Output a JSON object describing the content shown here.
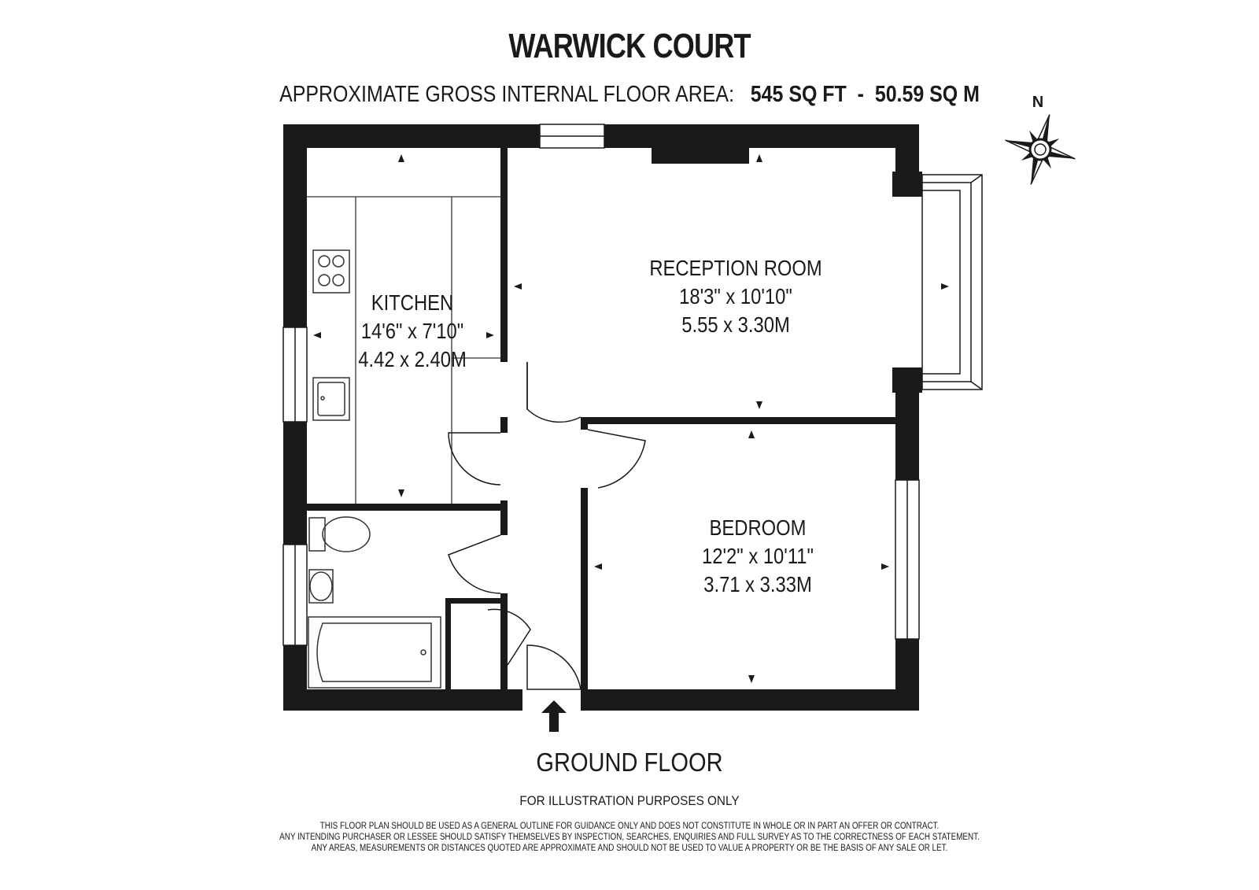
{
  "title": "WARWICK COURT",
  "area": {
    "prefix": "APPROXIMATE GROSS INTERNAL FLOOR AREA:",
    "sqft": "545 SQ FT",
    "separator": "-",
    "sqm": "50.59 SQ M"
  },
  "compass": {
    "label": "N"
  },
  "rooms": {
    "kitchen": {
      "name": "KITCHEN",
      "imperial": "14'6\" x 7'10\"",
      "metric": "4.42 x 2.40M"
    },
    "reception": {
      "name": "RECEPTION ROOM",
      "imperial": "18'3\" x 10'10\"",
      "metric": "5.55 x 3.30M"
    },
    "bedroom": {
      "name": "BEDROOM",
      "imperial": "12'2\" x 10'11\"",
      "metric": "3.71 x 3.33M"
    }
  },
  "floor_label": "GROUND FLOOR",
  "illustration_note": "FOR ILLUSTRATION PURPOSES ONLY",
  "disclaimer": [
    "THIS FLOOR PLAN SHOULD BE USED AS A GENERAL OUTLINE FOR GUIDANCE ONLY AND DOES NOT CONSTITUTE IN WHOLE OR IN PART AN OFFER OR CONTRACT.",
    "ANY INTENDING PURCHASER OR LESSEE SHOULD SATISFY THEMSELVES BY INSPECTION, SEARCHES, ENQUIRIES AND FULL SURVEY AS TO THE CORRECTNESS OF EACH STATEMENT.",
    "ANY AREAS, MEASUREMENTS OR DISTANCES QUOTED ARE APPROXIMATE AND SHOULD NOT BE USED TO VALUE A PROPERTY OR BE THE BASIS OF ANY SALE OR LET."
  ],
  "colors": {
    "wall": "#1a1a1a",
    "background": "#ffffff",
    "line": "#333333"
  }
}
